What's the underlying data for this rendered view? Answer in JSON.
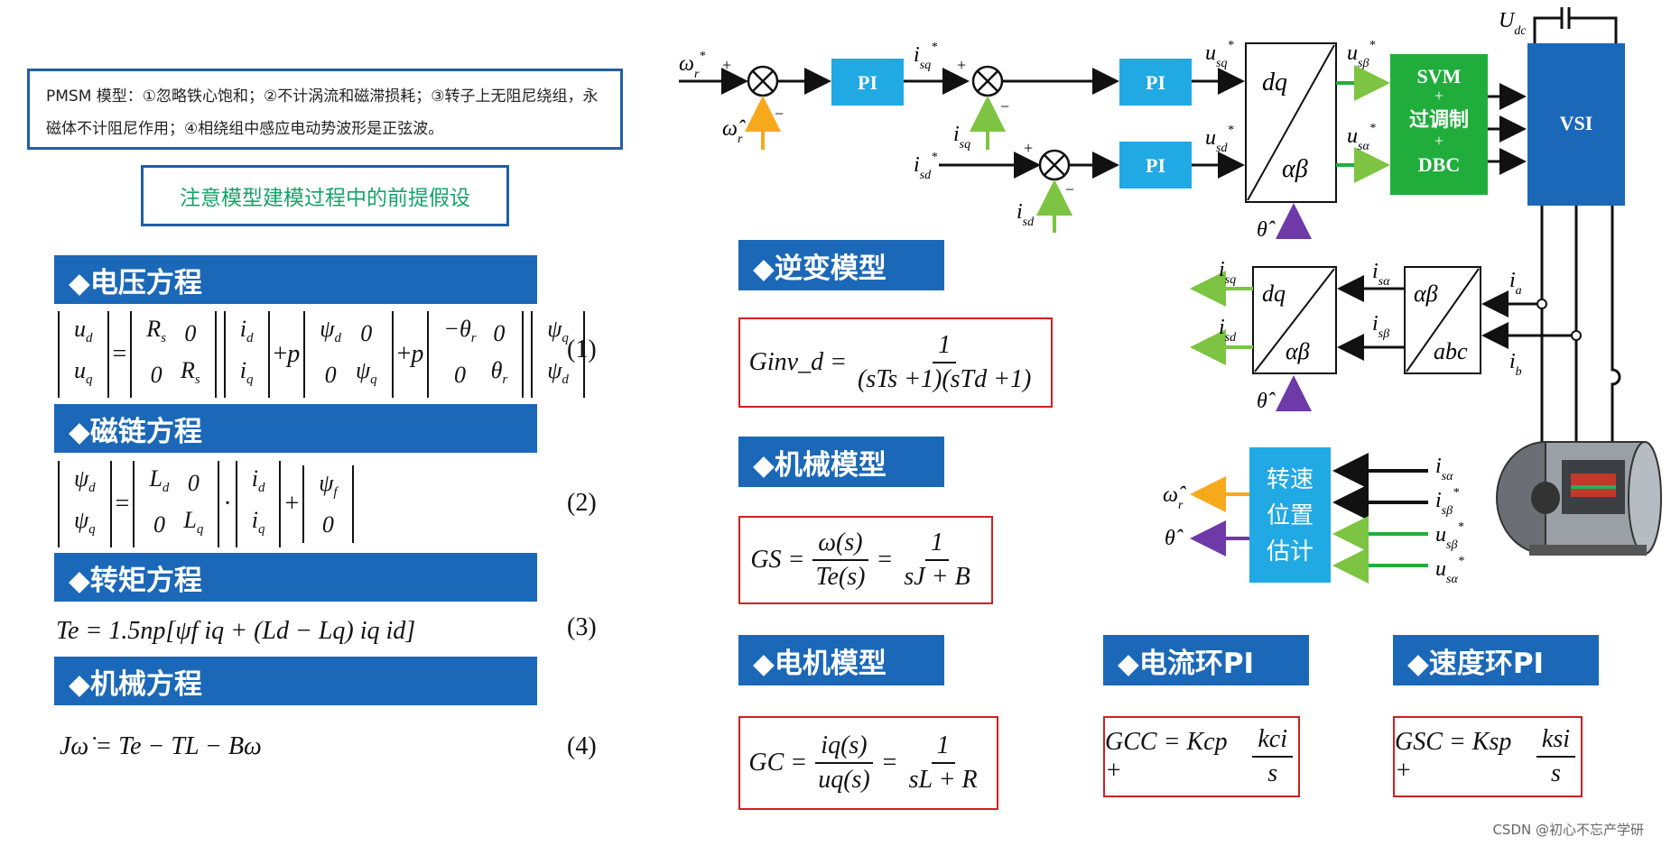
{
  "left": {
    "assumptions_note": "PMSM 模型：①忽略铁心饱和；②不计涡流和磁滞损耗；③转子上无阻尼绕组，永磁体不计阻尼作用；④相绕组中感应电动势波形是正弦波。",
    "assumption_reminder": "注意模型建模过程中的前提假设",
    "sections": [
      {
        "title": "◆电压方程",
        "number": "(1)"
      },
      {
        "title": "◆磁链方程",
        "number": "(2)"
      },
      {
        "title": "◆转矩方程",
        "number": "(3)"
      },
      {
        "title": "◆机械方程",
        "number": "(4)"
      }
    ],
    "eq3": "Te = 1.5np[ψf iq + (Ld − Lq) iq id]",
    "eq4": "Jω̇ = Te − TL − Bω"
  },
  "models": {
    "inverter": {
      "title": "◆逆变模型",
      "lhs": "Ginv_d",
      "num": "1",
      "den": "(sTs +1)(sTd +1)"
    },
    "mechanical": {
      "title": "◆机械模型",
      "lhs": "GS",
      "mid_num": "ω(s)",
      "mid_den": "Te(s)",
      "num": "1",
      "den": "sJ + B"
    },
    "motor": {
      "title": "◆电机模型",
      "lhs": "GC",
      "mid_num": "iq(s)",
      "mid_den": "uq(s)",
      "num": "1",
      "den": "sL + R"
    },
    "current_pi": {
      "title": "◆电流环PI",
      "lhs": "GCC = Kcp +",
      "num": "kci",
      "den": "s"
    },
    "speed_pi": {
      "title": "◆速度环PI",
      "lhs": "GSC = Ksp +",
      "num": "ksi",
      "den": "s"
    }
  },
  "diagram": {
    "pi_label": "PI",
    "svm_lines": [
      "SVM",
      "+",
      "过调制",
      "+",
      "DBC"
    ],
    "vsi_label": "VSI",
    "estimator_lines": [
      "转速",
      "位置",
      "估计"
    ],
    "dq": "dq",
    "alphabeta": "αβ",
    "abc": "abc",
    "udc": "Udc",
    "colors": {
      "block_blue": "#21a9e4",
      "vsi_blue": "#1b68b8",
      "svm_green": "#21ad3c",
      "arrow_green": "#7cc441",
      "arrow_orange": "#f6a91b",
      "arrow_purple": "#6d3aa8"
    }
  },
  "watermark": "CSDN @初心不忘产学研"
}
